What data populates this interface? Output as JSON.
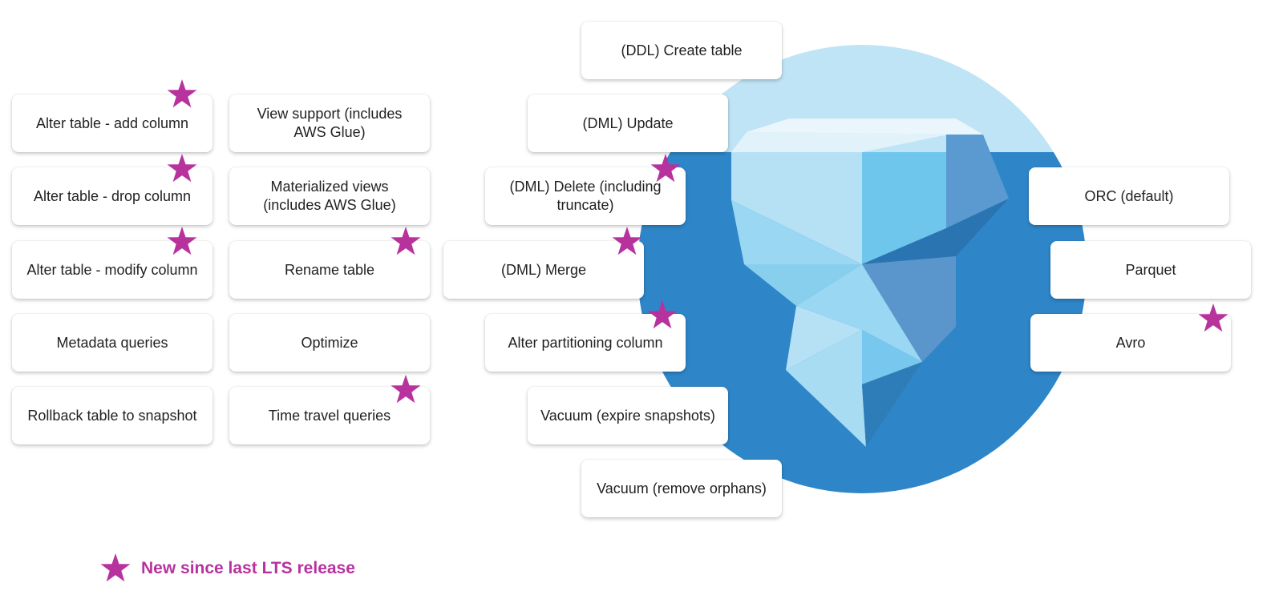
{
  "colors": {
    "star": "#b8329e",
    "circle": "#bfe4f5",
    "water": "#2e86c8"
  },
  "icons": {
    "star": "star-icon"
  },
  "cards": [
    {
      "key": "alter-add-column",
      "label": "Alter table - add column",
      "new": true
    },
    {
      "key": "view-support",
      "label": "View support (includes AWS Glue)",
      "new": false
    },
    {
      "key": "alter-drop-column",
      "label": "Alter table - drop column",
      "new": true
    },
    {
      "key": "materialized-views",
      "label": "Materialized views (includes AWS Glue)",
      "new": false
    },
    {
      "key": "alter-modify-column",
      "label": "Alter table - modify column",
      "new": true
    },
    {
      "key": "rename-table",
      "label": "Rename table",
      "new": true
    },
    {
      "key": "metadata-queries",
      "label": "Metadata queries",
      "new": false
    },
    {
      "key": "optimize",
      "label": "Optimize",
      "new": false
    },
    {
      "key": "rollback-snapshot",
      "label": "Rollback table to snapshot",
      "new": false
    },
    {
      "key": "time-travel",
      "label": "Time travel queries",
      "new": true
    },
    {
      "key": "ddl-create-table",
      "label": "(DDL) Create table",
      "new": false
    },
    {
      "key": "dml-update",
      "label": "(DML) Update",
      "new": false
    },
    {
      "key": "dml-delete",
      "label": "(DML) Delete (including truncate)",
      "new": true
    },
    {
      "key": "dml-merge",
      "label": "(DML) Merge",
      "new": true
    },
    {
      "key": "alter-partitioning",
      "label": "Alter partitioning column",
      "new": true
    },
    {
      "key": "vacuum-expire",
      "label": "Vacuum (expire snapshots)",
      "new": false
    },
    {
      "key": "vacuum-orphans",
      "label": "Vacuum (remove orphans)",
      "new": false
    },
    {
      "key": "orc",
      "label": "ORC (default)",
      "new": false
    },
    {
      "key": "parquet",
      "label": "Parquet",
      "new": false
    },
    {
      "key": "avro",
      "label": "Avro",
      "new": true
    }
  ],
  "legend": {
    "label": "New since last LTS release"
  }
}
